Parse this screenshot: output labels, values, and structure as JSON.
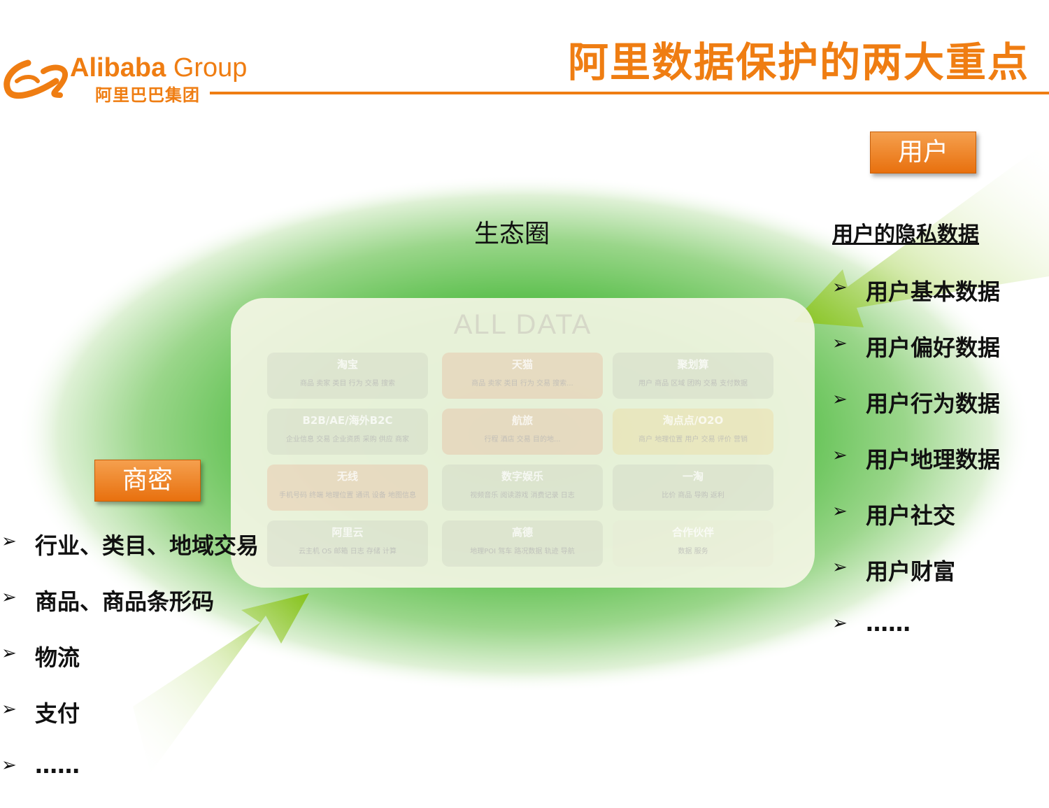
{
  "logo": {
    "en_main": "Alibaba",
    "en_group": "Group",
    "cn": "阿里巴巴集团"
  },
  "title": "阿里数据保护的两大重点",
  "ecosystem_label": "生态圈",
  "data_box": {
    "title": "ALL  DATA",
    "cells": [
      {
        "name": "淘宝",
        "sub": "商品 卖家 类目 行为 交易 搜索"
      },
      {
        "name": "天猫",
        "sub": "商品 卖家 类目 行为 交易 搜索..."
      },
      {
        "name": "聚划算",
        "sub": "用户 商品 区域 团购 交易 支付数据"
      },
      {
        "name": "B2B/AE/海外B2C",
        "sub": "企业信息 交易 企业资质 采购 供应 商家"
      },
      {
        "name": "航旅",
        "sub": "行程 酒店 交易 目的地..."
      },
      {
        "name": "淘点点/O2O",
        "sub": "商户 地理位置 用户 交易 评价 营销"
      },
      {
        "name": "无线",
        "sub": "手机号码 终端 地理位置 通讯 设备 地图信息"
      },
      {
        "name": "数字娱乐",
        "sub": "视频音乐 阅读游戏 消费记录 日志"
      },
      {
        "name": "一淘",
        "sub": "比价 商品 导购 返利"
      },
      {
        "name": "阿里云",
        "sub": "云主机 OS 邮箱 日志 存储 计算"
      },
      {
        "name": "高德",
        "sub": "地理POI 驾车 路况数据 轨迹 导航"
      },
      {
        "name": "合作伙伴",
        "sub": "数据 服务"
      }
    ]
  },
  "tags": {
    "user": "用户",
    "business": "商密"
  },
  "user_section": {
    "heading": "用户的隐私数据",
    "items": [
      "用户基本数据",
      "用户偏好数据",
      "用户行为数据",
      "用户地理数据",
      "用户社交",
      "用户财富",
      "……"
    ]
  },
  "business_section": {
    "items": [
      "行业、类目、地域交易",
      "商品、商品条形码",
      "物流",
      "支付",
      "……"
    ]
  },
  "bullet_glyph": "➢",
  "colors": {
    "brand_orange": "#ef7d12",
    "ellipse_green": "#3cb43c",
    "arrow_green": "#8cc520"
  }
}
